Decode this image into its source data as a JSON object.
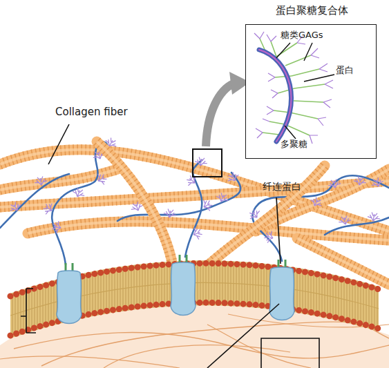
{
  "diagram": {
    "nodes": [
      {
        "text": [
          "蛋白聚糖复合体",
          "糖类GAGs",
          "蛋白",
          "多聚糖"
        ]
      }
    ],
    "labels": [
      "Collagen fiber",
      "纤连蛋白"
    ]
  }
}
